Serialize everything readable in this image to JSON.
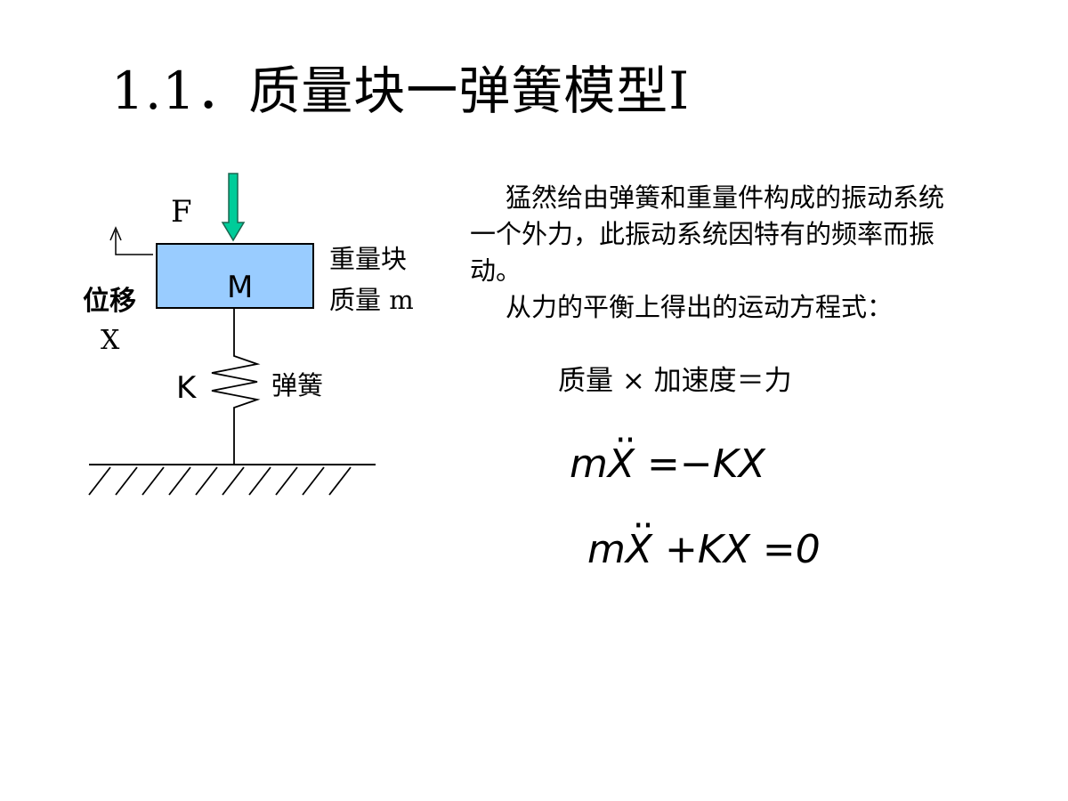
{
  "slide": {
    "title": "1.1．质量块一弹簧模型Ⅰ"
  },
  "diagram": {
    "force_label": "F",
    "mass_label": "M",
    "mass_name_1": "重量块",
    "mass_name_2": "质量 m",
    "displacement_label": "位移",
    "displacement_symbol": "X",
    "spring_constant_label": "K",
    "spring_label": "弹簧",
    "colors": {
      "mass_fill": "#99ccff",
      "arrow_fill": "#00cc99"
    }
  },
  "text": {
    "paragraph_line_1": "猛然给由弹簧和重量件构成的振动系统",
    "paragraph_line_2": "一个外力，此振动系统因特有的频率而振",
    "paragraph_line_3": "动。",
    "paragraph_line_4": "从力的平衡上得出的运动方程式：",
    "word_equation": "质量 × 加速度＝力"
  },
  "equations": {
    "eq1_m": "m",
    "eq1_x": "X",
    "eq1_rest": " =−KX",
    "eq2_m": "m",
    "eq2_x": "X",
    "eq2_rest": " +KX =0"
  }
}
